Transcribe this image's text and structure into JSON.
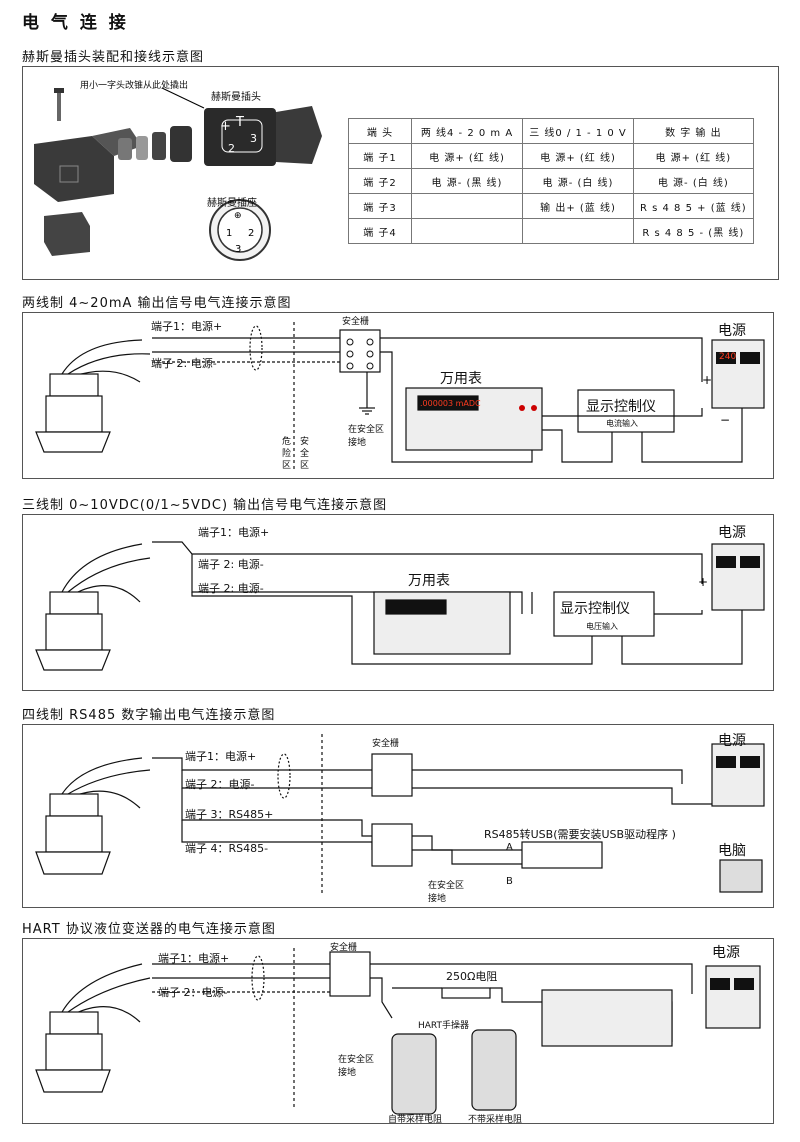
{
  "title": "电 气 连 接",
  "hirschmann": {
    "heading": "赫斯曼插头装配和接线示意图",
    "screw_note": "用小一字头改锥从此处撬出",
    "plug_label": "赫斯曼插头",
    "socket_label": "赫斯曼插座",
    "table": {
      "headers": [
        "端 头",
        "两 线4 - 2 0 m A",
        "三 线0 / 1 - 1 0 V",
        "数 字 输 出"
      ],
      "rows": [
        [
          "端 子1",
          "电 源+ (红 线)",
          "电 源+ (红 线)",
          "电 源+ (红 线)"
        ],
        [
          "端 子2",
          "电 源- (黑 线)",
          "电 源- (白 线)",
          "电 源- (白 线)"
        ],
        [
          "端 子3",
          "",
          "输 出+ (蓝 线)",
          "R s 4 8 5 + (蓝 线)"
        ],
        [
          "端 子4",
          "",
          "",
          "R s 4 8 5 - (黑 线)"
        ]
      ]
    }
  },
  "two_wire": {
    "heading": "两线制 4~20mA 输出信号电气连接示意图",
    "t1": "端子1：电源+",
    "t2": "端子 2: 电源-",
    "barrier": "安全栅",
    "ground": "在安全区\n接地",
    "danger": "危\n险\n区",
    "safe": "安\n全\n区",
    "meter": "万用表",
    "display": "显示控制仪",
    "display_sub": "电流输入",
    "power": "电源",
    "readout": ".000003 mADC",
    "psu_digits": "240"
  },
  "three_wire": {
    "heading": "三线制 0~10VDC(0/1~5VDC) 输出信号电气连接示意图",
    "t1": "端子1：电源+",
    "t2": "端子 2: 电源-",
    "t3": "端子 2: 电源-",
    "meter": "万用表",
    "display": "显示控制仪",
    "display_sub": "电压输入",
    "power": "电源"
  },
  "rs485": {
    "heading": "四线制 RS485 数字输出电气连接示意图",
    "t1": "端子1：电源+",
    "t2": "端子 2：电源-",
    "t3": "端子 3：RS485+",
    "t4": "端子 4：RS485-",
    "barrier": "安全栅",
    "converter": "RS485转USB(需要安装USB驱动程序 )",
    "a": "A",
    "b": "B",
    "ground": "在安全区\n接地",
    "power": "电源",
    "pc": "电脑"
  },
  "hart": {
    "heading": "HART 协议液位变送器的电气连接示意图",
    "t1": "端子1：电源+",
    "t2": "端子 2：电源-",
    "barrier": "安全栅",
    "resistor": "250Ω电阻",
    "hart_device": "HART手操器",
    "ground": "在安全区\n接地",
    "power": "电源",
    "with_r": "自带采样电阻",
    "without_r": "不带采样电阻"
  },
  "colors": {
    "line": "#111111",
    "digits": "#ff3b1f",
    "border": "#555555"
  }
}
